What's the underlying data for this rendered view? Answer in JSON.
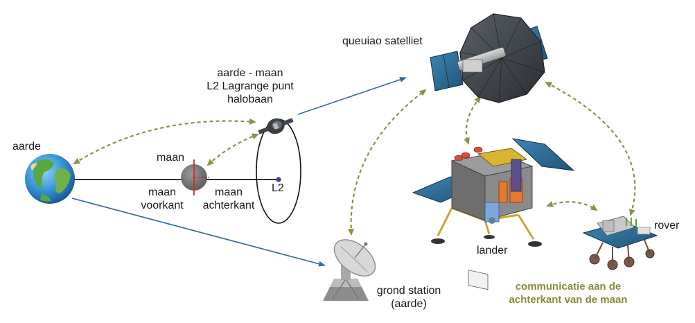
{
  "labels": {
    "earth": "aarde",
    "l2_line1": "aarde - maan",
    "l2_line2": "L2 Lagrange punt",
    "l2_line3": "halobaan",
    "moon": "maan",
    "moon_near_1": "maan",
    "moon_near_2": "voorkant",
    "moon_far_1": "maan",
    "moon_far_2": "achterkant",
    "l2_point": "L2",
    "satellite": "queuiao satelliet",
    "ground_1": "grond station",
    "ground_2": "(aarde)",
    "lander": "lander",
    "rover": "rover",
    "caption_1": "communicatie aan de",
    "caption_2": "achterkant van de maan"
  },
  "colors": {
    "link_dashed": "#8f8f45",
    "link_solid": "#2f6aa8",
    "caption": "#8a8a3c",
    "ocean": "#2e8fd0",
    "land": "#5aa641",
    "moon": "#6f6f6f",
    "panel": "#2f6f98",
    "body_dark": "#3a3f45",
    "gold": "#d8b634",
    "orange": "#e8782a"
  },
  "icons": [
    "earth-icon",
    "moon-icon",
    "relay-satellite-icon",
    "queuiao-satellite-icon",
    "ground-dish-icon",
    "lander-icon",
    "rover-icon"
  ]
}
